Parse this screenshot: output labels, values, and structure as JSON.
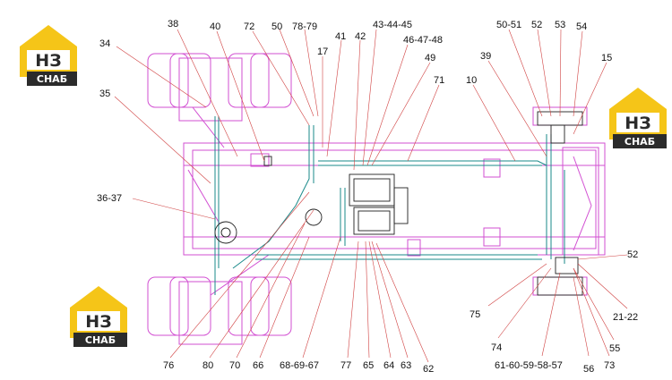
{
  "logos": [
    {
      "id": "top-left",
      "mark": "НЗ",
      "word": "СНАБ"
    },
    {
      "id": "right",
      "mark": "НЗ",
      "word": "СНАБ"
    },
    {
      "id": "bottom-left",
      "mark": "НЗ",
      "word": "СНАБ"
    }
  ],
  "colors": {
    "frame": "#d24fd2",
    "hose": "#1a8a8a",
    "dark": "#202020",
    "leader": "#d04040",
    "logo_yellow": "#f5c518",
    "logo_dark": "#2b2b2b"
  },
  "callouts": {
    "top": [
      "38",
      "40",
      "72",
      "50",
      "78-79",
      "43-44-45",
      "17",
      "41",
      "42",
      "46-47-48",
      "49",
      "71",
      "50-51",
      "52",
      "53",
      "54",
      "15",
      "39",
      "10"
    ],
    "left": [
      "34",
      "35",
      "36-37"
    ],
    "bottom": [
      "76",
      "80",
      "70",
      "66",
      "68-69-67",
      "77",
      "65",
      "64",
      "63",
      "62",
      "75",
      "74",
      "61-60-59-58-57",
      "56",
      "73",
      "55",
      "21-22",
      "52"
    ]
  }
}
